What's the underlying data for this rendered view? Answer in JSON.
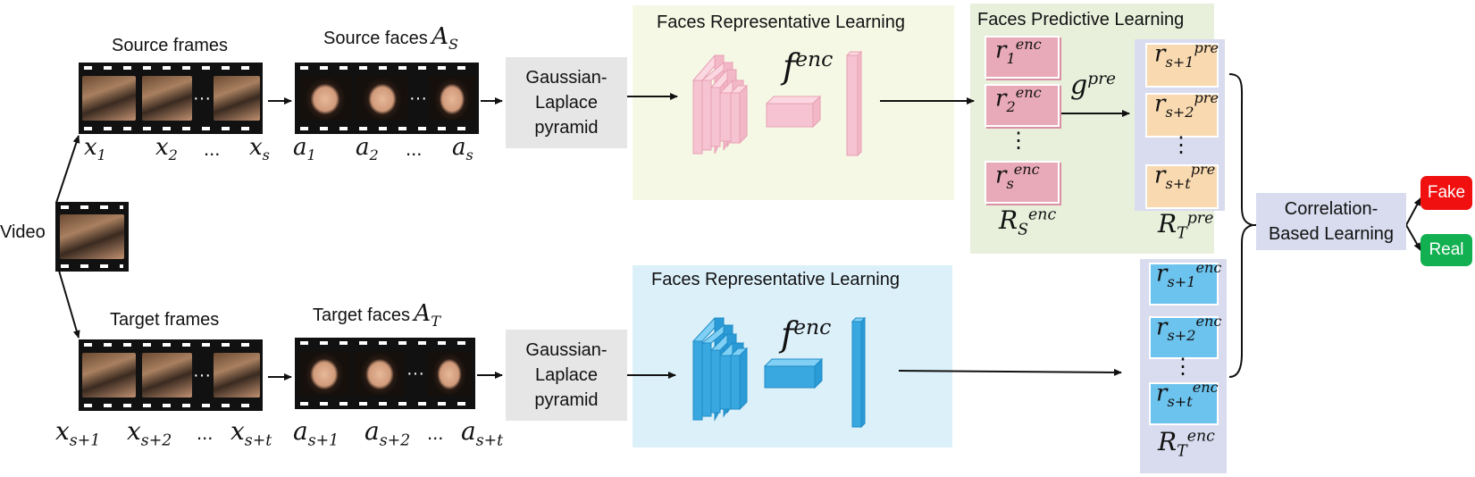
{
  "video_label": "Video",
  "source": {
    "frames_title": "Source frames",
    "faces_title": "Source faces",
    "faces_symbol": "A",
    "faces_symbol_sub": "S",
    "frame_labels": [
      {
        "base": "x",
        "sub": "1"
      },
      {
        "base": "x",
        "sub": "2"
      },
      {
        "text": "..."
      },
      {
        "base": "x",
        "sub": "s"
      }
    ],
    "face_labels": [
      {
        "base": "a",
        "sub": "1"
      },
      {
        "base": "a",
        "sub": "2"
      },
      {
        "text": "..."
      },
      {
        "base": "a",
        "sub": "s"
      }
    ]
  },
  "target": {
    "frames_title": "Target frames",
    "faces_title": "Target faces",
    "faces_symbol": "A",
    "faces_symbol_sub": "T",
    "frame_labels": [
      {
        "base": "x",
        "sub": "s+1"
      },
      {
        "base": "x",
        "sub": "s+2"
      },
      {
        "text": "..."
      },
      {
        "base": "x",
        "sub": "s+t"
      }
    ],
    "face_labels": [
      {
        "base": "a",
        "sub": "s+1"
      },
      {
        "base": "a",
        "sub": "s+2"
      },
      {
        "text": "..."
      },
      {
        "base": "a",
        "sub": "s+t"
      }
    ]
  },
  "film_dots": "···",
  "pyramid_label_lines": [
    "Gaussian-",
    "Laplace",
    "pyramid"
  ],
  "repr_learning_title": "Faces Representative Learning",
  "encoder_symbol": {
    "base": "f",
    "sup": "enc"
  },
  "predictor_symbol": {
    "base": "g",
    "sup": "pre"
  },
  "predictive_title": "Faces Predictive Learning",
  "source_encodings": [
    {
      "base": "r",
      "sub": "1",
      "sup": "enc"
    },
    {
      "base": "r",
      "sub": "2",
      "sup": "enc"
    },
    {
      "base": "r",
      "sub": "s",
      "sup": "enc"
    }
  ],
  "source_set": {
    "base": "R",
    "sub": "S",
    "sup": "enc"
  },
  "predictions": [
    {
      "base": "r",
      "sub": "s+1",
      "sup": "pre"
    },
    {
      "base": "r",
      "sub": "s+2",
      "sup": "pre"
    },
    {
      "base": "r",
      "sub": "s+t",
      "sup": "pre"
    }
  ],
  "pred_set": {
    "base": "R",
    "sub": "T",
    "sup": "pre"
  },
  "target_encodings": [
    {
      "base": "r",
      "sub": "s+1",
      "sup": "enc"
    },
    {
      "base": "r",
      "sub": "s+2",
      "sup": "enc"
    },
    {
      "base": "r",
      "sub": "s+t",
      "sup": "enc"
    }
  ],
  "target_set": {
    "base": "R",
    "sub": "T",
    "sup": "enc"
  },
  "vdots": "⋮",
  "correlation_label_lines": [
    "Correlation-",
    "Based Learning"
  ],
  "outputs": {
    "fake": "Fake",
    "real": "Real"
  },
  "colors": {
    "pink_encoder": "#f2b8c8",
    "blue_encoder": "#3aa8e0",
    "yellow_panel": "#f6f8e6",
    "green_panel": "#e8f0dc",
    "blue_panel": "#dcf0fa",
    "lavender": "#d8dcee",
    "fake": "#f01010",
    "real": "#12b050"
  }
}
